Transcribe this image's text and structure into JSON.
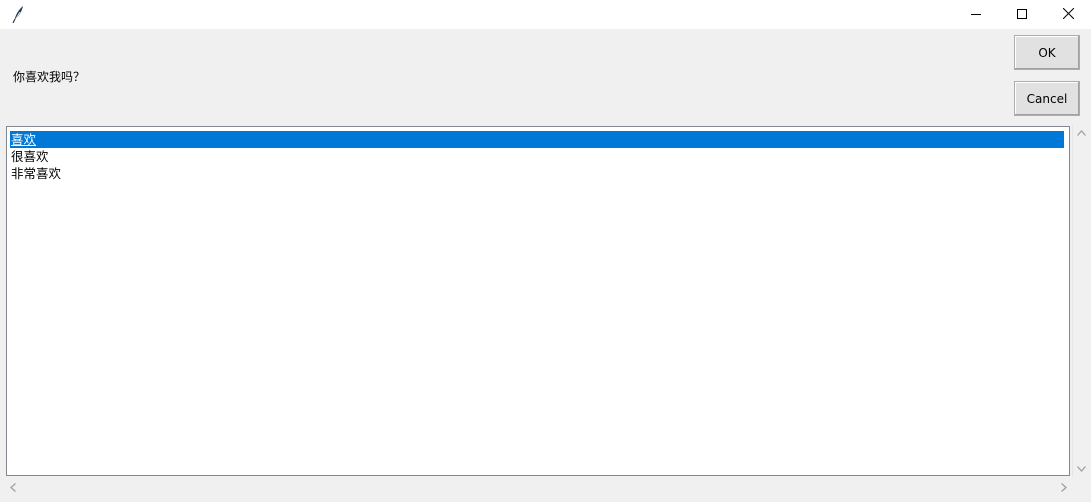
{
  "window": {
    "icon": "feather-icon",
    "controls": {
      "minimize": "minimize-icon",
      "maximize": "maximize-icon",
      "close": "close-icon"
    }
  },
  "prompt": {
    "text": "你喜欢我吗？"
  },
  "buttons": {
    "ok_label": "OK",
    "cancel_label": "Cancel"
  },
  "listbox": {
    "items": [
      {
        "label": "喜欢",
        "selected": true
      },
      {
        "label": "很喜欢",
        "selected": false
      },
      {
        "label": "非常喜欢",
        "selected": false
      }
    ]
  },
  "colors": {
    "selection": "#0078d7",
    "window_bg": "#f0f0f0"
  }
}
